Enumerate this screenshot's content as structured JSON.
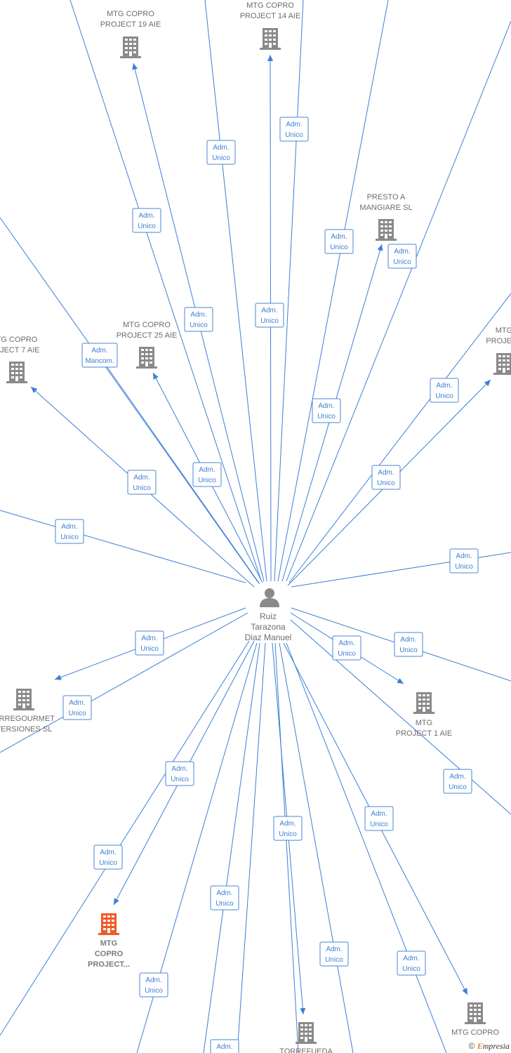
{
  "center": {
    "lines": [
      "Ruiz",
      "Tarazona",
      "Diaz Manuel"
    ]
  },
  "nodes": [
    {
      "id": "mtg19",
      "lines": [
        "MTG COPRO",
        "PROJECT 19  AIE"
      ]
    },
    {
      "id": "mtg14",
      "lines": [
        "MTG COPRO",
        "PROJECT 14  AIE"
      ]
    },
    {
      "id": "presto",
      "lines": [
        "PRESTO A",
        "MANGIARE  SL"
      ]
    },
    {
      "id": "mtg25",
      "lines": [
        "MTG COPRO",
        "PROJECT 25  AIE"
      ]
    },
    {
      "id": "mtg7",
      "lines": [
        "TG COPRO",
        "OJECT 7  AIE"
      ]
    },
    {
      "id": "mtg_right",
      "lines": [
        "MTG",
        "PROJECT"
      ]
    },
    {
      "id": "torregourmet",
      "lines": [
        "ORREGOURMET",
        "VERSIONES SL"
      ]
    },
    {
      "id": "mtg1",
      "lines": [
        "MTG",
        "PROJECT 1  AIE"
      ]
    },
    {
      "id": "mtg_hl",
      "lines": [
        "MTG",
        "COPRO",
        "PROJECT..."
      ],
      "highlight": true
    },
    {
      "id": "torrefueda",
      "lines": [
        "TORREFUEDA"
      ]
    },
    {
      "id": "mtg_br",
      "lines": [
        "MTG COPRO"
      ]
    }
  ],
  "roles": {
    "unico": [
      "Adm.",
      "Unico"
    ],
    "mancom": [
      "Adm.",
      "Mancom."
    ]
  },
  "footer": {
    "symbol": "©",
    "brand_e": "E",
    "brand_rest": "mpresia"
  },
  "colors": {
    "edge": "#3c7fd6",
    "icon": "#8a8a8a",
    "highlight": "#f05a28",
    "person": "#8a8a8a"
  }
}
